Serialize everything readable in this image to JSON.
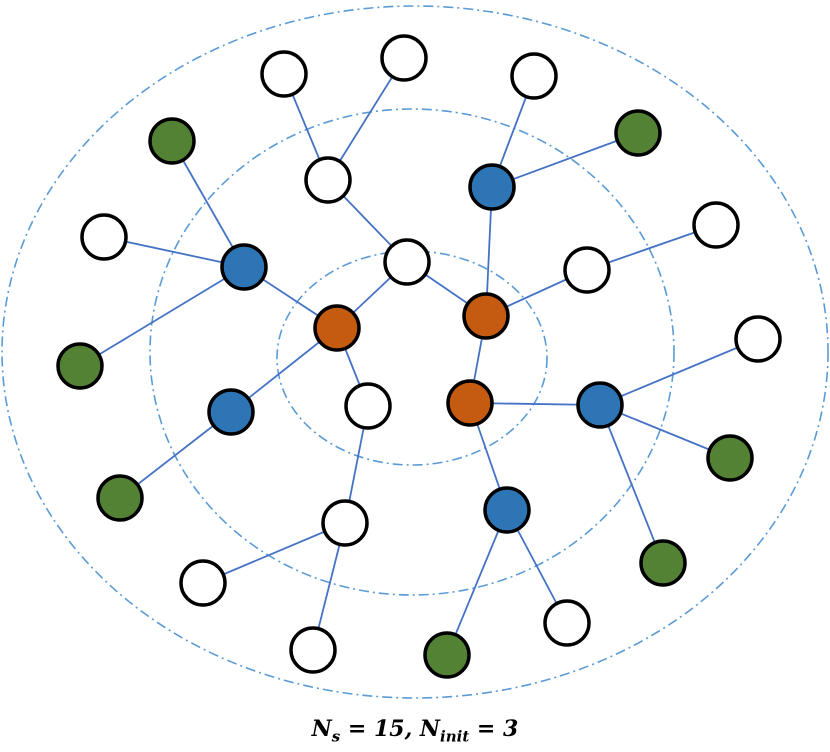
{
  "colors": {
    "ring": "#5b9bd5",
    "edge": "#4472c4",
    "core_node": "#c55a11",
    "mid_node": "#2e75b6",
    "outer_node": "#548235",
    "empty_node": "#ffffff"
  },
  "caption": {
    "n_symbol": "N",
    "s_sub": "s",
    "s_eq": " = 15, ",
    "init_sub": "init",
    "init_eq": " = 3"
  }
}
